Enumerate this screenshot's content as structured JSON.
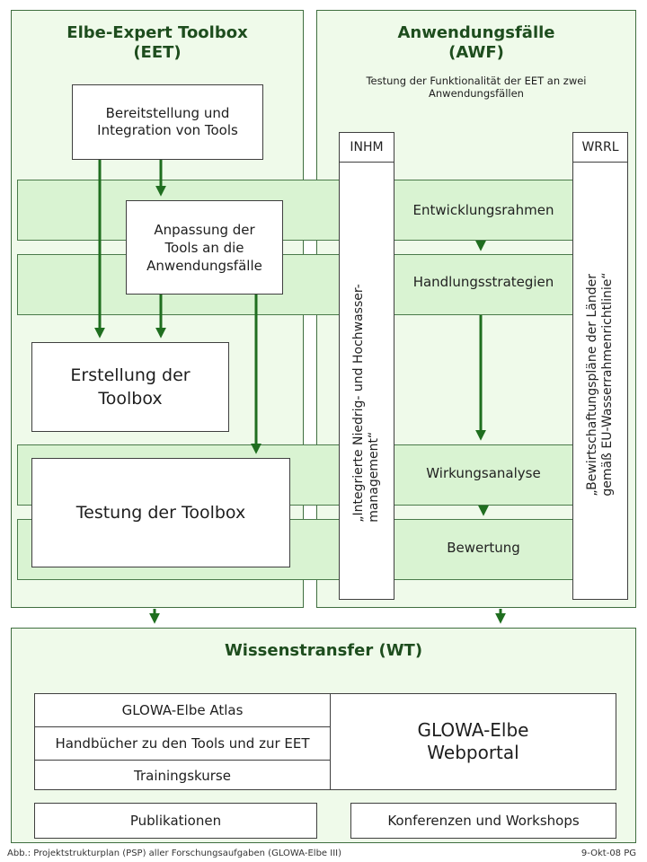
{
  "eet": {
    "title_line1": "Elbe-Expert Toolbox",
    "title_line2": "(EET)"
  },
  "awf": {
    "title_line1": "Anwendungsfälle",
    "title_line2": "(AWF)",
    "subtitle_line1": "Testung der Funktionalität der EET an zwei",
    "subtitle_line2": "Anwendungsfällen"
  },
  "boxes": {
    "bereitstellung": "Bereitstellung und Integration von Tools",
    "anpassung": "Anpassung der Tools an die Anwendungsfälle",
    "erstellung": "Erstellung der Toolbox",
    "testung": "Testung der Toolbox"
  },
  "inhm": {
    "label": "INHM",
    "line1": "„Integrierte Niedrig- und Hochwasser-",
    "line2": "management“"
  },
  "wrrl": {
    "label": "WRRL",
    "line1": "„Bewirtschaftungspläne der Länder",
    "line2": "gemäß EU-Wasserrahmenrichtlinie“"
  },
  "bands": {
    "entwicklung": "Entwicklungsrahmen",
    "handlung": "Handlungsstrategien",
    "wirkung": "Wirkungsanalyse",
    "bewertung": "Bewertung"
  },
  "wt": {
    "title": "Wissenstransfer (WT)",
    "atlas": "GLOWA-Elbe Atlas",
    "handbuecher": "Handbücher zu den Tools und zur EET",
    "training": "Trainingskurse",
    "webportal_line1": "GLOWA-Elbe",
    "webportal_line2": "Webportal",
    "publikationen": "Publikationen",
    "konferenzen": "Konferenzen und Workshops"
  },
  "footer": {
    "caption": "Abb.: Projektstrukturplan (PSP) aller Forschungsaufgaben (GLOWA-Elbe III)",
    "date": "9-Okt-08 PG"
  },
  "colors": {
    "arrow": "#1f6e1f",
    "panel": "#effaea",
    "band": "#d9f3d2",
    "title": "#1e4d1e"
  }
}
